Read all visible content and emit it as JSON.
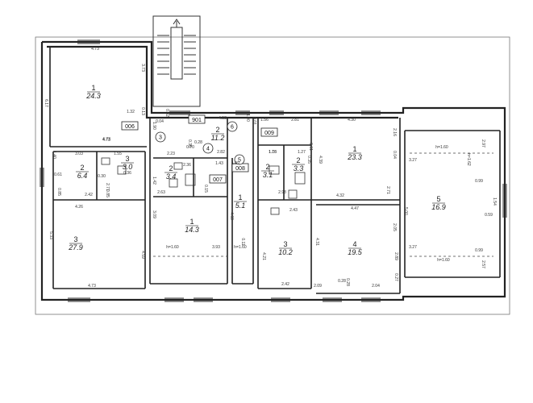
{
  "rooms": [
    {
      "num": "1",
      "area": "24.3"
    },
    {
      "num": "2",
      "area": "6.4"
    },
    {
      "num": "3",
      "area": "3.0"
    },
    {
      "num": "3",
      "area": "27.9"
    },
    {
      "num": "2",
      "area": "11.2"
    },
    {
      "num": "2",
      "area": "3.4"
    },
    {
      "num": "1",
      "area": "14.3"
    },
    {
      "num": "1",
      "area": "5.1"
    },
    {
      "num": "2",
      "area": "3.1"
    },
    {
      "num": "2",
      "area": "3.3"
    },
    {
      "num": "3",
      "area": "10.2"
    },
    {
      "num": "1",
      "area": "23.3"
    },
    {
      "num": "4",
      "area": "19.5"
    },
    {
      "num": "5",
      "area": "16.9"
    }
  ],
  "apartments": [
    "006",
    "901",
    "007",
    "008",
    "009"
  ],
  "circles": [
    "3",
    "4",
    "5",
    "6"
  ],
  "dims": [
    "4.73",
    "3.73",
    "6.17",
    "1.32",
    "0.13",
    "4.73",
    "0.04",
    "0.42",
    "1.90",
    "4.58",
    "1.00",
    "1.56",
    "0.01",
    "2.81",
    "4.30",
    "3.03",
    "1.55",
    "4.73",
    "1.40",
    "0.61",
    "0.30",
    "0.36",
    "2.71",
    "0.85",
    "2.42",
    "0.85",
    "2.23",
    "0.36",
    "0.70",
    "0.28",
    "2.36",
    "1.42",
    "1.43",
    "2.63",
    "0.15",
    "3.09",
    "1.09",
    "2.82",
    "1.16",
    "1.27",
    "0.61",
    "0.35",
    "4.39",
    "2.16",
    "0.04",
    "2.71",
    "4.32",
    "3.27",
    "h=1.60",
    "2.97",
    "h=1.62",
    "0.99",
    "1.54",
    "0.59",
    "0.99",
    "h=1.60",
    "3.27",
    "2.57",
    "4.26",
    "5.33",
    "4.59",
    "4.73",
    "h=1.60",
    "3.93",
    "h=1.60",
    "4.69",
    "1.78",
    "2.43",
    "4.21",
    "4.31",
    "2.42",
    "2.09",
    "0.28",
    "2.04",
    "0.27",
    "4.47",
    "2.05",
    "2.89",
    "5.00",
    "0.28",
    "2.98",
    "0.11"
  ]
}
